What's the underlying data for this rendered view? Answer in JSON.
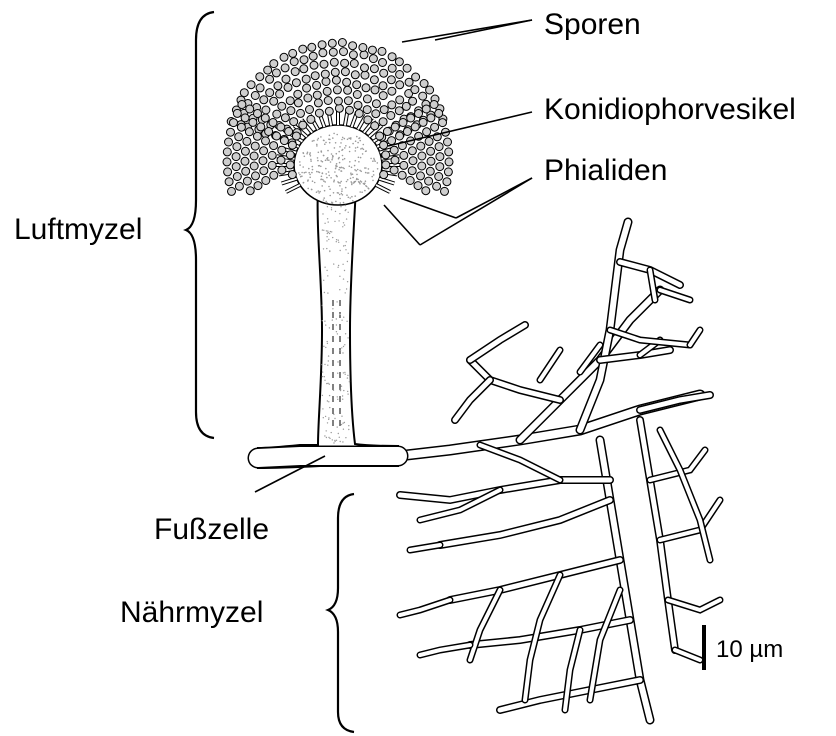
{
  "labels": {
    "sporen": "Sporen",
    "vesikel": "Konidiophorvesikel",
    "phialiden": "Phialiden",
    "luftmyzel": "Luftmyzel",
    "fusszelle": "Fußzelle",
    "naehrmyzel": "Nährmyzel",
    "scale": "10 µm"
  },
  "colors": {
    "ink": "#000000",
    "paper": "#ffffff",
    "spore_fill": "#cfcfcf",
    "vesicle_stipple": "#9a9a9a"
  },
  "icons": {
    "scale_bar": "vertical-bar"
  }
}
